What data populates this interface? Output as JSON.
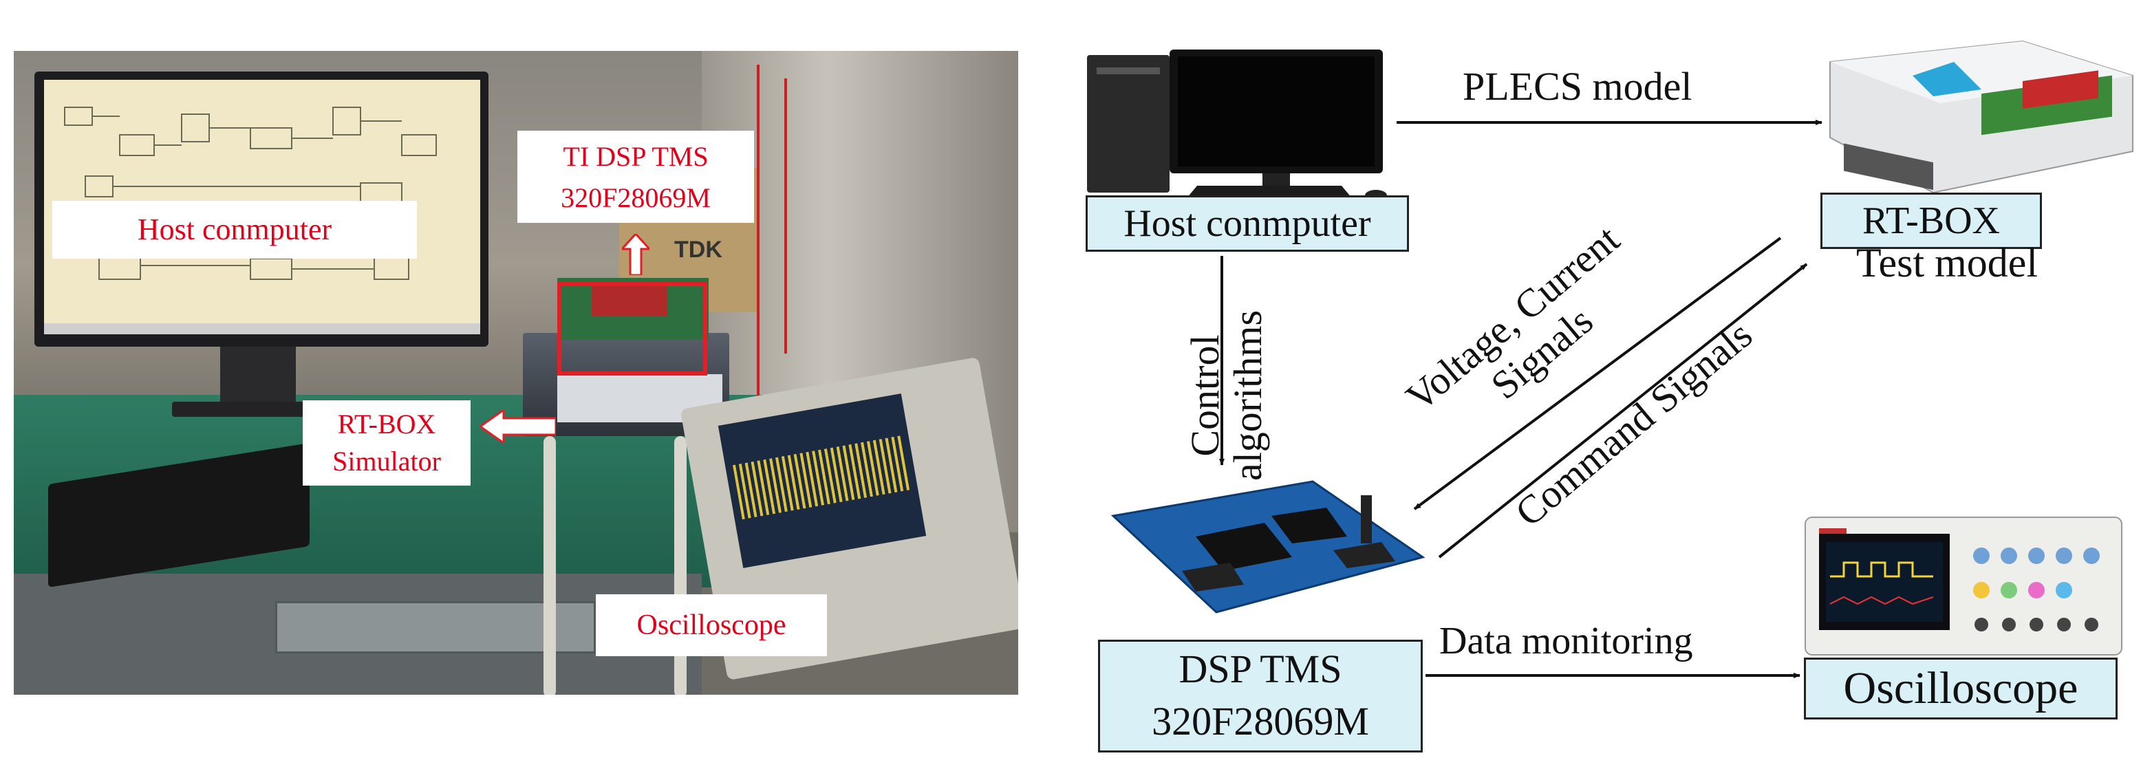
{
  "photo": {
    "host_label": "Host conmputer",
    "ti_label_line1": "TI DSP TMS",
    "ti_label_line2": "320F28069M",
    "rtbox_label_line1": "RT-BOX",
    "rtbox_label_line2": "Simulator",
    "scope_label": "Oscilloscope",
    "tdk_text": "TDK"
  },
  "diagram": {
    "host_box": "Host conmputer",
    "rtbox_box": "RT-BOX",
    "rtbox_caption": "Test model",
    "dsp_box_line1": "DSP TMS",
    "dsp_box_line2": "320F28069M",
    "scope_box": "Oscilloscope",
    "arrow_plecs": "PLECS model",
    "arrow_control_line1": "Control",
    "arrow_control_line2": "algorithms",
    "arrow_voltage_line1": "Voltage, Current",
    "arrow_voltage_line2": "Signals",
    "arrow_command": "Command Signals",
    "arrow_monitoring": "Data monitoring"
  },
  "colors": {
    "label_red": "#e3001b",
    "box_fill": "#d9f0f7"
  }
}
